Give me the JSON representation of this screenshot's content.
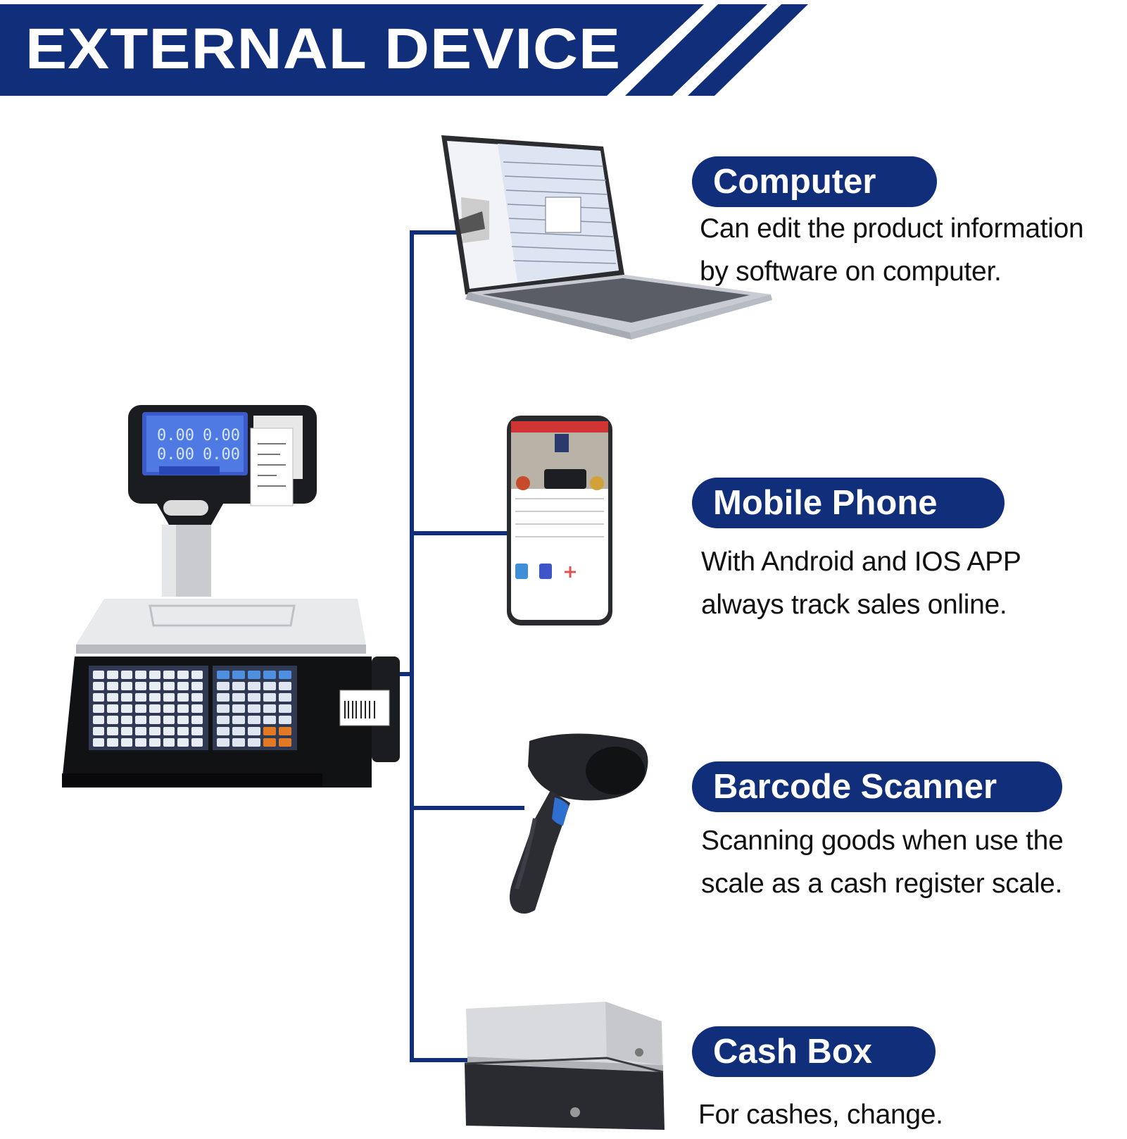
{
  "header": {
    "title": "EXTERNAL DEVICE"
  },
  "devices": [
    {
      "label": "Computer",
      "desc": [
        "Can edit the product information",
        "by software on computer."
      ]
    },
    {
      "label": "Mobile Phone",
      "desc": [
        "With Android and IOS APP",
        "always track sales online."
      ]
    },
    {
      "label": "Barcode  Scanner",
      "desc": [
        "Scanning goods when use the",
        "scale as a cash register scale."
      ]
    },
    {
      "label": "Cash Box",
      "desc": [
        "For cashes, change."
      ]
    }
  ],
  "colors": {
    "navy": "#102e7a",
    "white": "#ffffff",
    "text": "#111111"
  }
}
